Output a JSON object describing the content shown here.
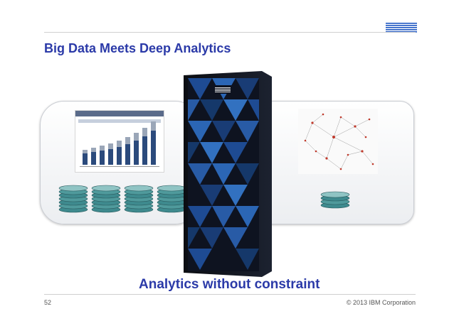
{
  "brand": {
    "logo_text": "IBM"
  },
  "slide": {
    "title": "Big Data Meets Deep Analytics",
    "tagline": "Analytics without constraint",
    "page_number": "52",
    "copyright": "© 2013 IBM Corporation"
  },
  "colors": {
    "title_blue": "#2b3aa8",
    "disk_teal": "#3e8a8e",
    "server_blue": "#1f4f9a"
  },
  "images": {
    "left_thumbnail": "bar-chart-thumbnail",
    "right_thumbnail": "network-graph-thumbnail",
    "center": "ibm-server-rack",
    "disks": "disk-stack"
  }
}
